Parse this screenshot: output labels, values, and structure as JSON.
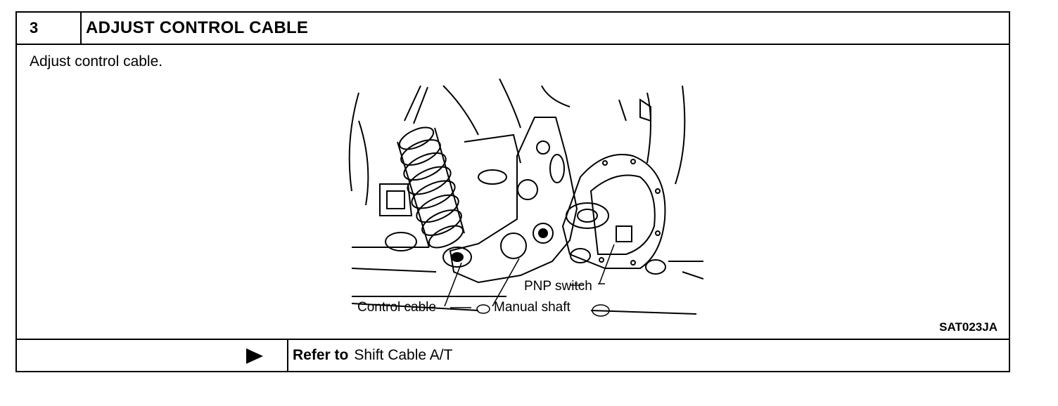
{
  "step": {
    "number": "3",
    "title": "ADJUST CONTROL CABLE"
  },
  "body": {
    "instruction": "Adjust control cable.",
    "figure": {
      "labels": {
        "pnp_switch": "PNP switch",
        "control_cable": "Control cable",
        "manual_shaft": "Manual shaft"
      },
      "code": "SAT023JA"
    }
  },
  "footer": {
    "arrow_icon": "right-triangle-arrow-icon",
    "refer_label": "Refer to",
    "refer_target": "Shift Cable A/T"
  }
}
